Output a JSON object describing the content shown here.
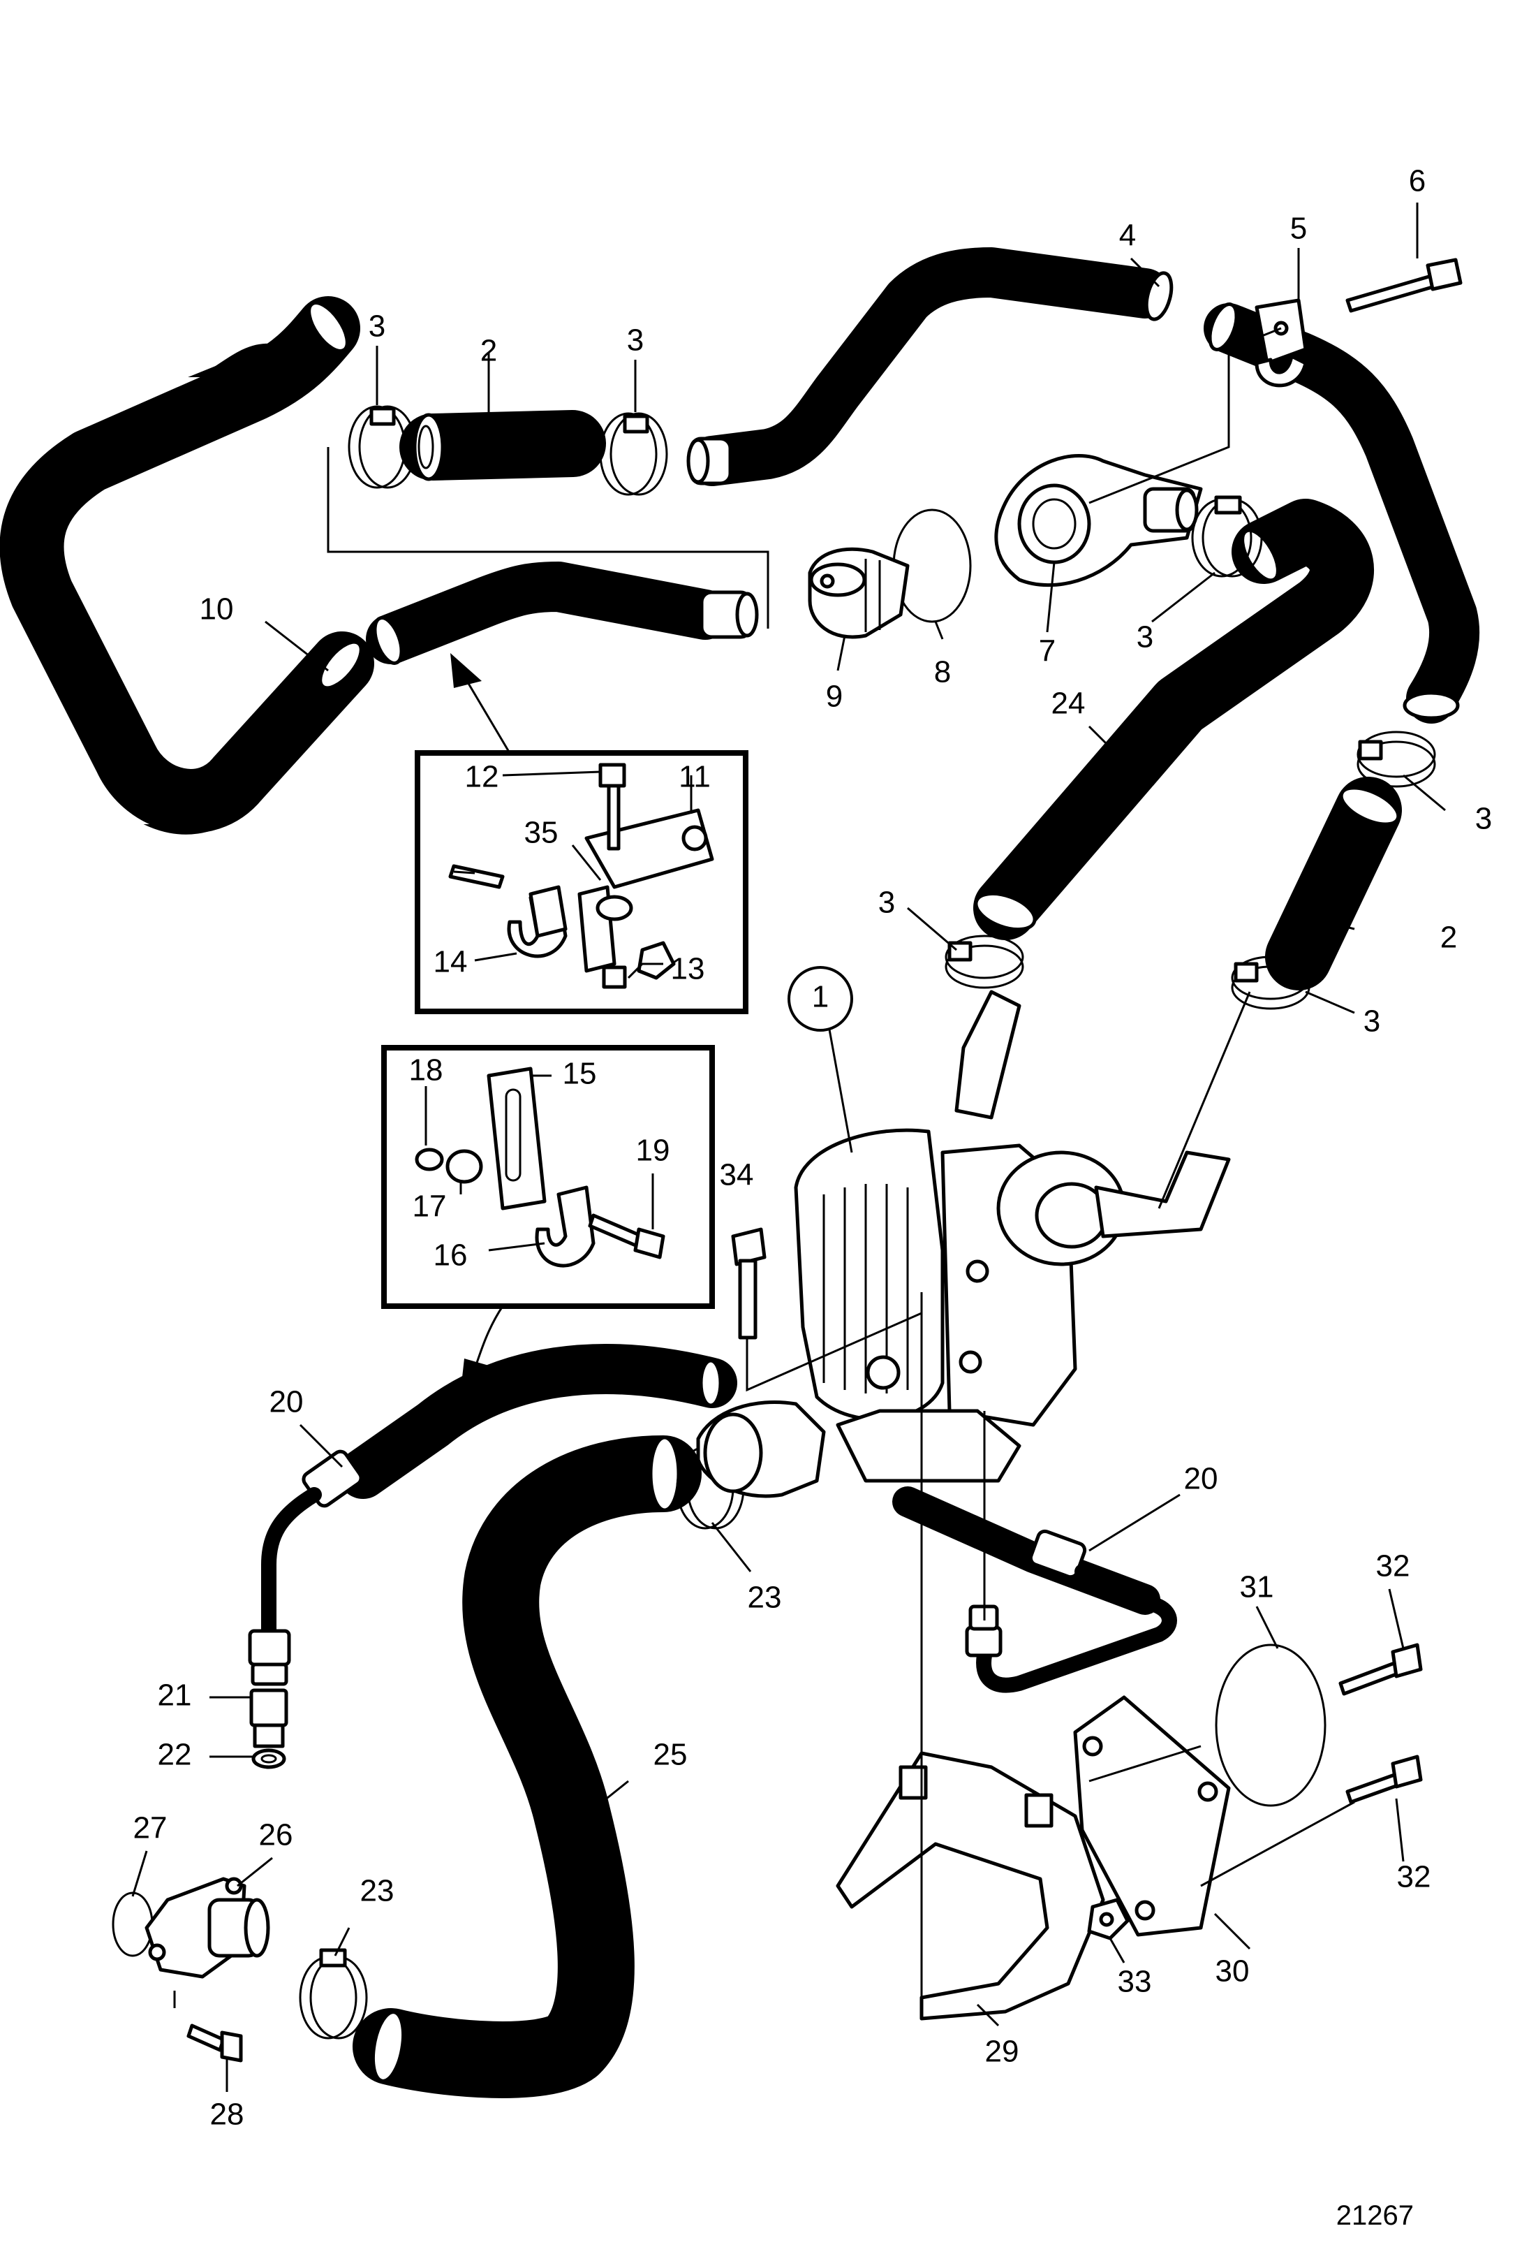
{
  "drawing_number": "21267",
  "callouts": [
    {
      "id": "c1",
      "text": "1"
    },
    {
      "id": "c2a",
      "text": "2"
    },
    {
      "id": "c2b",
      "text": "2"
    },
    {
      "id": "c3a",
      "text": "3"
    },
    {
      "id": "c3b",
      "text": "3"
    },
    {
      "id": "c3c",
      "text": "3"
    },
    {
      "id": "c3d",
      "text": "3"
    },
    {
      "id": "c3e",
      "text": "3"
    },
    {
      "id": "c3f",
      "text": "3"
    },
    {
      "id": "c4",
      "text": "4"
    },
    {
      "id": "c5",
      "text": "5"
    },
    {
      "id": "c6",
      "text": "6"
    },
    {
      "id": "c7",
      "text": "7"
    },
    {
      "id": "c8",
      "text": "8"
    },
    {
      "id": "c9",
      "text": "9"
    },
    {
      "id": "c10",
      "text": "10"
    },
    {
      "id": "c11",
      "text": "11"
    },
    {
      "id": "c12",
      "text": "12"
    },
    {
      "id": "c13",
      "text": "13"
    },
    {
      "id": "c14",
      "text": "14"
    },
    {
      "id": "c15",
      "text": "15"
    },
    {
      "id": "c16",
      "text": "16"
    },
    {
      "id": "c17",
      "text": "17"
    },
    {
      "id": "c18",
      "text": "18"
    },
    {
      "id": "c19",
      "text": "19"
    },
    {
      "id": "c20a",
      "text": "20"
    },
    {
      "id": "c20b",
      "text": "20"
    },
    {
      "id": "c21",
      "text": "21"
    },
    {
      "id": "c22",
      "text": "22"
    },
    {
      "id": "c23a",
      "text": "23"
    },
    {
      "id": "c23b",
      "text": "23"
    },
    {
      "id": "c24",
      "text": "24"
    },
    {
      "id": "c25",
      "text": "25"
    },
    {
      "id": "c26",
      "text": "26"
    },
    {
      "id": "c27",
      "text": "27"
    },
    {
      "id": "c28",
      "text": "28"
    },
    {
      "id": "c29",
      "text": "29"
    },
    {
      "id": "c30",
      "text": "30"
    },
    {
      "id": "c31",
      "text": "31"
    },
    {
      "id": "c32a",
      "text": "32"
    },
    {
      "id": "c32b",
      "text": "32"
    },
    {
      "id": "c33",
      "text": "33"
    },
    {
      "id": "c34",
      "text": "34"
    },
    {
      "id": "c35",
      "text": "35"
    }
  ]
}
